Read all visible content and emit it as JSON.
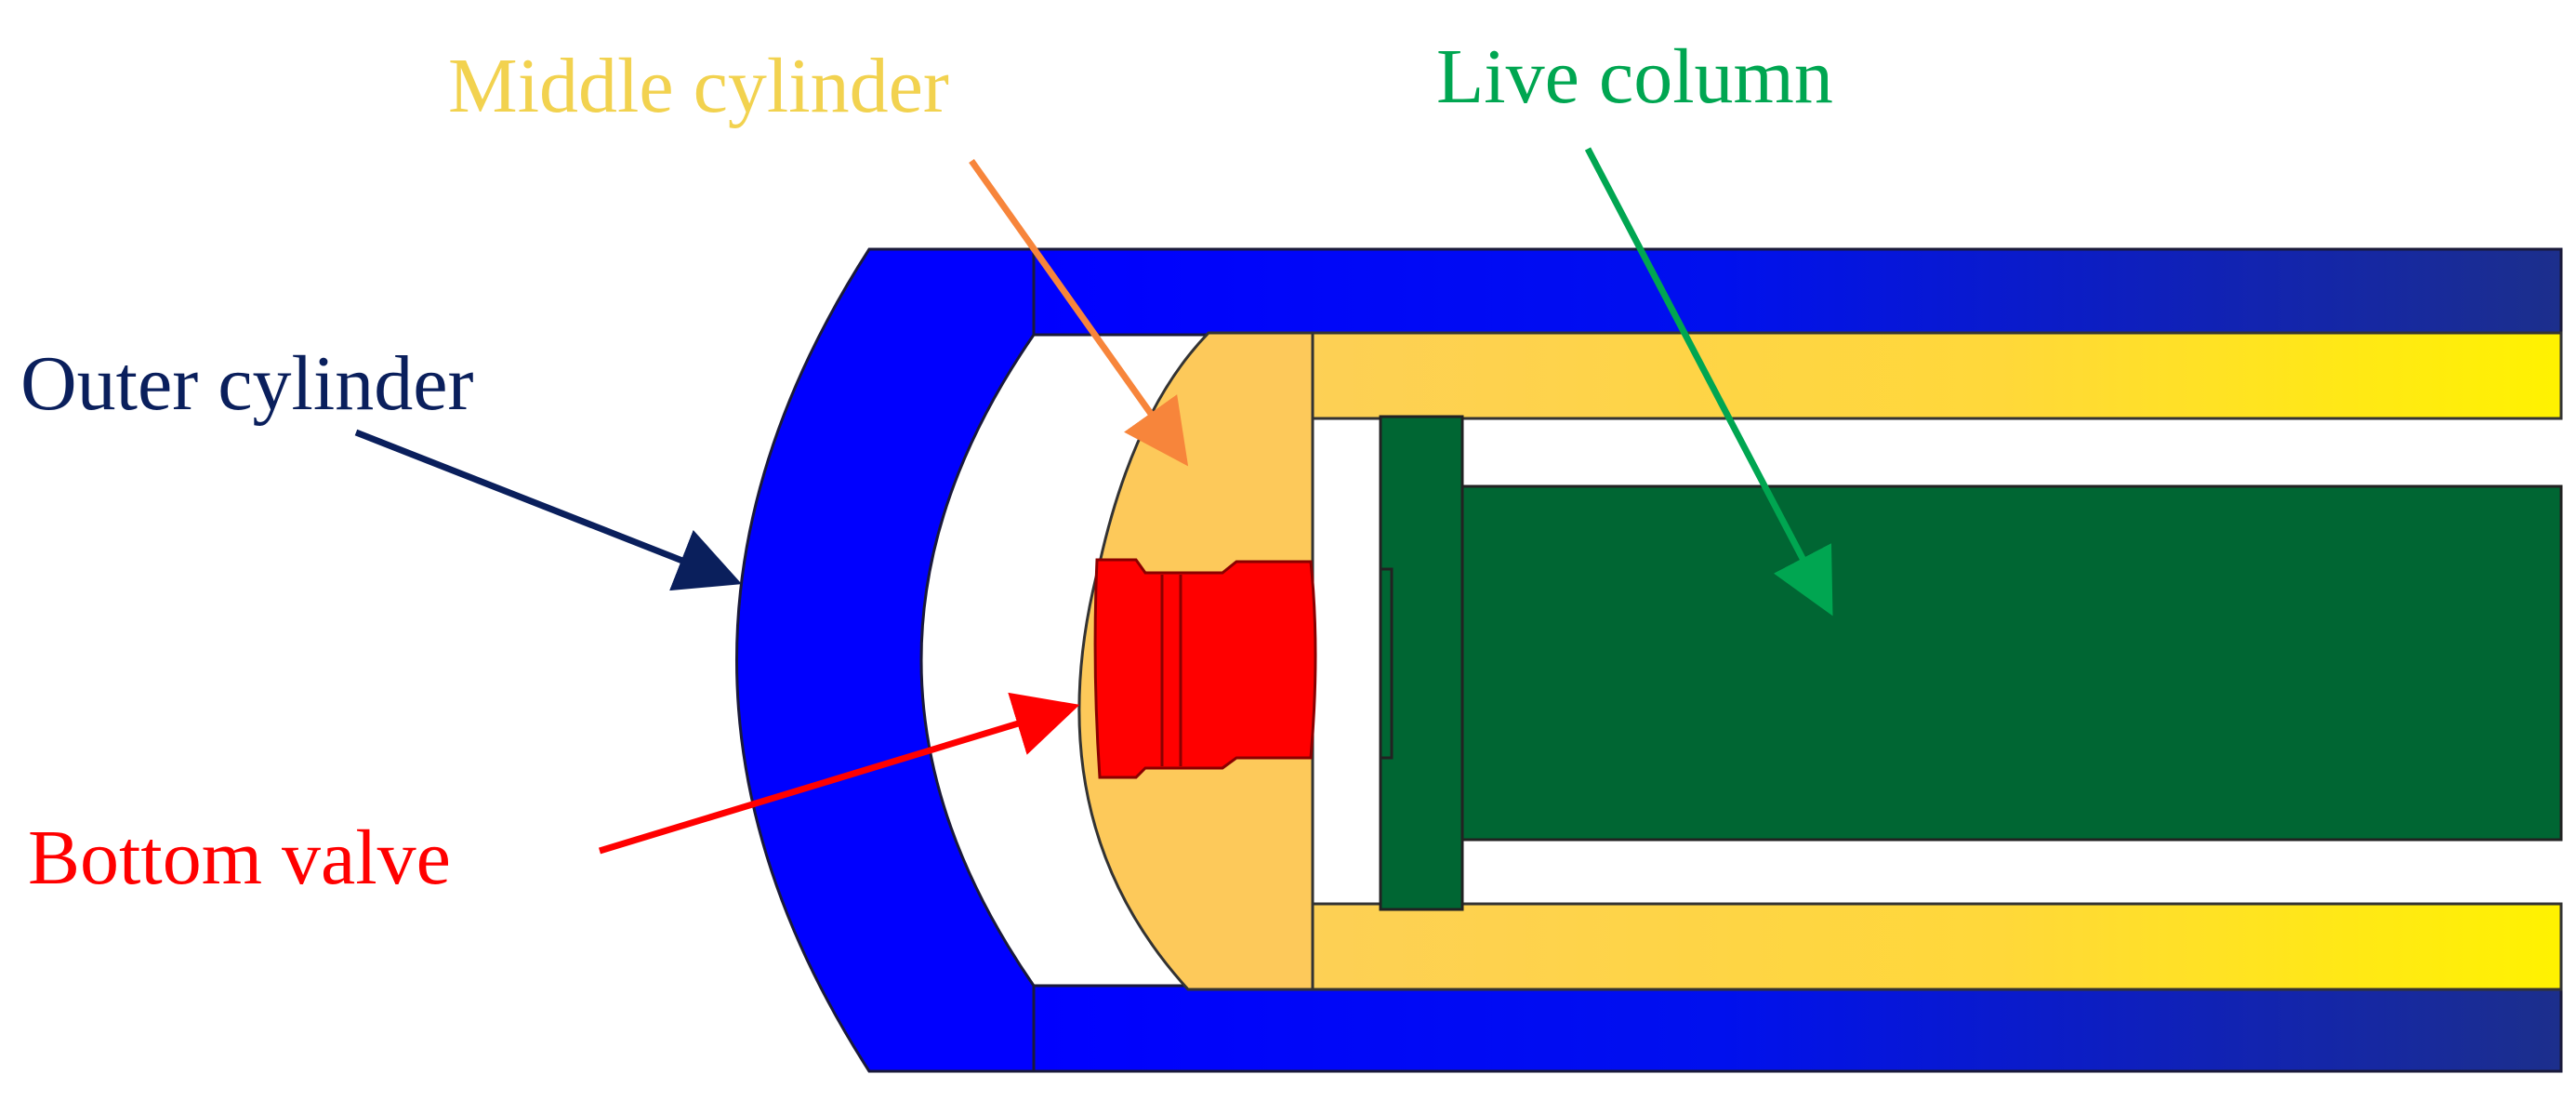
{
  "labels": {
    "middle_cylinder": "Middle cylinder",
    "live_column": "Live column",
    "outer_cylinder": "Outer cylinder",
    "bottom_valve": "Bottom valve"
  },
  "colors": {
    "outer_cylinder": "#0000ff",
    "outer_cylinder_dark": "#1f2f8f",
    "middle_cylinder": "#fdc95a",
    "middle_cylinder_tube_start": "#fdd055",
    "middle_cylinder_tube_end": "#fff200",
    "live_column": "#006633",
    "bottom_valve": "#ff0000",
    "label_middle": "#f2d24f",
    "label_live": "#00a651",
    "label_outer": "#0a1f5c",
    "label_bottom": "#ff0000",
    "arrow_middle": "#f7853b",
    "arrow_live": "#00a651",
    "arrow_outer": "#0a1f5c",
    "arrow_bottom": "#ff0000"
  }
}
